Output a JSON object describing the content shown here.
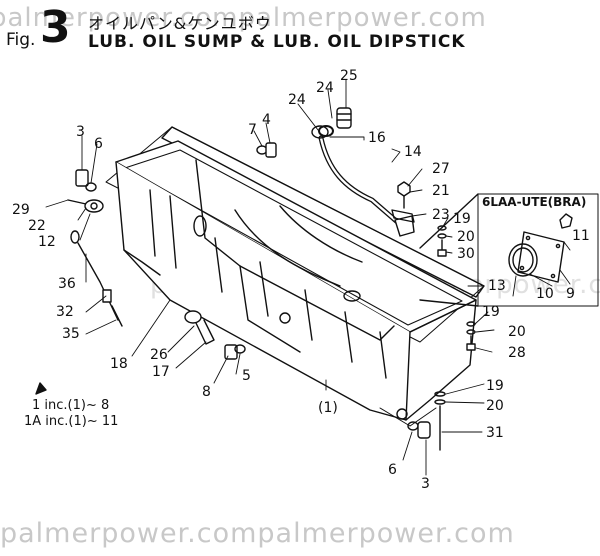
{
  "figure": {
    "prefix": "Fig.",
    "number": "3",
    "title_jp": "オイルパン&ケンユボウ",
    "title_en": "LUB. OIL SUMP & LUB. OIL DIPSTICK"
  },
  "watermark": "palmerpower.compalmerpower.com",
  "variant_box_label": "6LAA-UTE(BRA)",
  "notes": [
    "1 inc.(1)~ 8",
    "1A inc.(1)~ 11"
  ],
  "callouts": {
    "c1": "(1)",
    "c3a": "3",
    "c3b": "3",
    "c4": "4",
    "c5": "5",
    "c6a": "6",
    "c6b": "6",
    "c7": "7",
    "c8": "8",
    "c9": "9",
    "c10": "10",
    "c11": "11",
    "c12": "12",
    "c13": "13",
    "c14": "14",
    "c16": "16",
    "c17": "17",
    "c18": "18",
    "c19a": "19",
    "c19b": "19",
    "c19c": "19",
    "c20a": "20",
    "c20b": "20",
    "c20c": "20",
    "c21": "21",
    "c22": "22",
    "c23": "23",
    "c24a": "24",
    "c24b": "24",
    "c25": "25",
    "c26": "26",
    "c27": "27",
    "c28": "28",
    "c29": "29",
    "c30": "30",
    "c31": "31",
    "c32": "32",
    "c35": "35",
    "c36": "36"
  }
}
